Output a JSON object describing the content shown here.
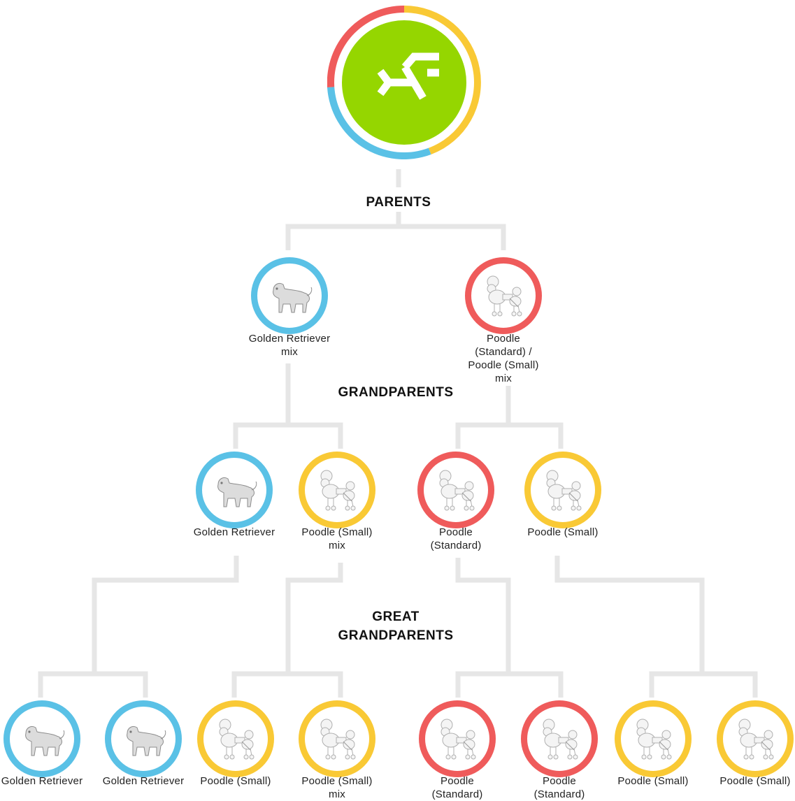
{
  "colors": {
    "golden_retriever": "#5ac1e6",
    "poodle_standard": "#ef5b5b",
    "poodle_small": "#f9c935",
    "hero_fill": "#95d600",
    "line": "#e6e6e6"
  },
  "hero": {
    "icon": "breed-mix-icon"
  },
  "sections": {
    "parents": "PARENTS",
    "grandparents": "GRANDPARENTS",
    "great_grandparents_1": "GREAT",
    "great_grandparents_2": "GRANDPARENTS"
  },
  "parents": [
    {
      "lines": [
        "Golden Retriever",
        "mix"
      ],
      "ring": "blue",
      "icon": "golden-retriever-icon"
    },
    {
      "lines": [
        "Poodle",
        "(Standard) /",
        "Poodle (Small)",
        "mix"
      ],
      "ring": "red",
      "icon": "poodle-icon"
    }
  ],
  "grandparents": [
    {
      "lines": [
        "Golden Retriever"
      ],
      "ring": "blue",
      "icon": "golden-retriever-icon"
    },
    {
      "lines": [
        "Poodle (Small)",
        "mix"
      ],
      "ring": "yellow",
      "icon": "poodle-icon"
    },
    {
      "lines": [
        "Poodle",
        "(Standard)"
      ],
      "ring": "red",
      "icon": "poodle-icon"
    },
    {
      "lines": [
        "Poodle (Small)"
      ],
      "ring": "yellow",
      "icon": "poodle-icon"
    }
  ],
  "great_grandparents": [
    {
      "lines": [
        "Golden Retriever"
      ],
      "ring": "blue",
      "icon": "golden-retriever-icon"
    },
    {
      "lines": [
        "Golden Retriever"
      ],
      "ring": "blue",
      "icon": "golden-retriever-icon"
    },
    {
      "lines": [
        "Poodle (Small)"
      ],
      "ring": "yellow",
      "icon": "poodle-icon"
    },
    {
      "lines": [
        "Poodle (Small)",
        "mix"
      ],
      "ring": "yellow",
      "icon": "poodle-icon"
    },
    {
      "lines": [
        "Poodle",
        "(Standard)"
      ],
      "ring": "red",
      "icon": "poodle-icon"
    },
    {
      "lines": [
        "Poodle",
        "(Standard)"
      ],
      "ring": "red",
      "icon": "poodle-icon"
    },
    {
      "lines": [
        "Poodle (Small)"
      ],
      "ring": "yellow",
      "icon": "poodle-icon"
    },
    {
      "lines": [
        "Poodle (Small)"
      ],
      "ring": "yellow",
      "icon": "poodle-icon"
    }
  ]
}
